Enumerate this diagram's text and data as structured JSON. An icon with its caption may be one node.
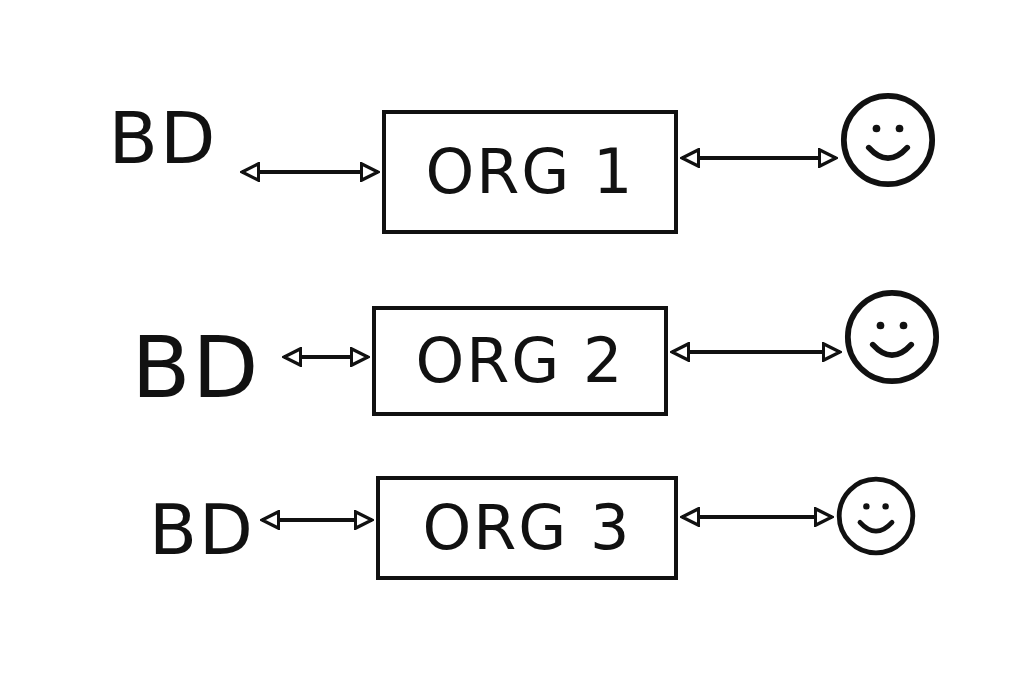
{
  "diagram": {
    "nodes": [
      {
        "text": [
          "BD"
        ]
      },
      {
        "text": [
          "ORG 1"
        ]
      },
      {
        "text": [],
        "shape": "circle"
      },
      {
        "text": [
          "BD"
        ]
      },
      {
        "text": [
          "ORG 2"
        ]
      },
      {
        "text": [],
        "shape": "circle"
      },
      {
        "text": [
          "BD"
        ]
      },
      {
        "text": [
          "ORG 3"
        ]
      },
      {
        "text": [],
        "shape": "circle"
      }
    ],
    "edges": [
      {
        "from": 0,
        "to": 1,
        "arrow": "both"
      },
      {
        "from": 1,
        "to": 2,
        "arrow": "both"
      },
      {
        "from": 3,
        "to": 4,
        "arrow": "both"
      },
      {
        "from": 4,
        "to": 5,
        "arrow": "both"
      },
      {
        "from": 6,
        "to": 7,
        "arrow": "both"
      },
      {
        "from": 7,
        "to": 8,
        "arrow": "both"
      }
    ]
  }
}
